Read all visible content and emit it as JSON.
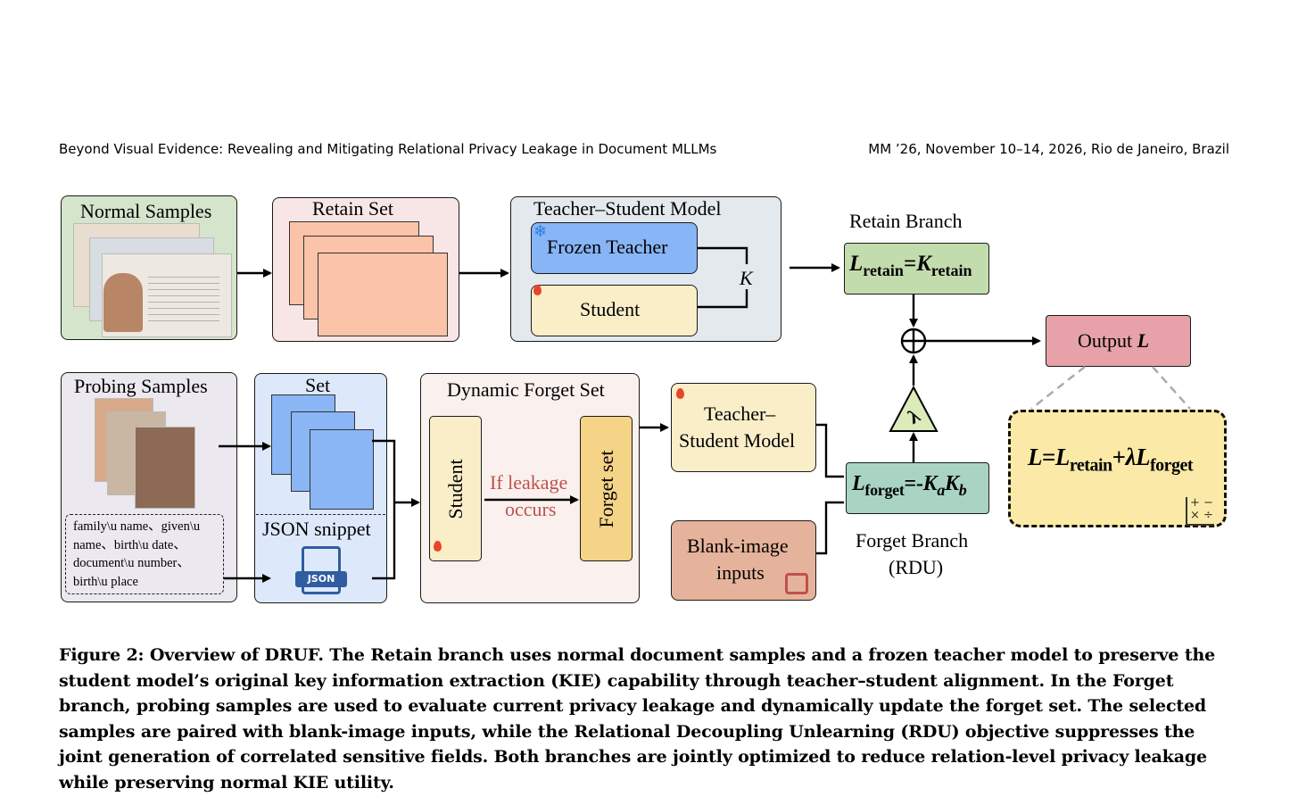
{
  "header": {
    "left": "Beyond Visual Evidence: Revealing and Mitigating Relational Privacy Leakage in Document MLLMs",
    "right": "MM ’26, November 10–14, 2026, Rio de Janeiro, Brazil"
  },
  "figure": {
    "normal_samples": "Normal Samples",
    "retain_set": "Retain Set",
    "teacher_student_model": "Teacher–Student Model",
    "frozen_teacher": "Frozen Teacher",
    "student": "Student",
    "k_label": "K",
    "retain_branch": "Retain Branch",
    "probing_samples": "Probing Samples",
    "set": "Set",
    "json_snippet": "JSON snippet",
    "json_badge": "JSON",
    "fields_text": [
      "family\\u name、given\\u",
      "name、birth\\u date、",
      "document\\u number、",
      "birth\\u place"
    ],
    "dynamic_forget_set": "Dynamic Forget Set",
    "student_vertical": "Student",
    "if_leakage": "If leakage",
    "occurs": "occurs",
    "forget_set": "Forget set",
    "ts_model_line1": "Teacher–",
    "ts_model_line2": "Student Model",
    "blank_line1": "Blank-image",
    "blank_line2": "inputs",
    "forget_branch": "Forget Branch",
    "rdu": "(RDU)",
    "output_word": "Output",
    "output_var": "L"
  },
  "colors": {
    "normal_bg": "#d4e5cc",
    "retain_bg": "#f8e6e6",
    "retain_card": "#fbc3a8",
    "ts_bg": "#e4e9ee",
    "teacher": "#87b5f6",
    "student": "#faeec9",
    "green_box": "#c3dcae",
    "teal_box": "#a9d4c4",
    "output_box": "#e6a2a8",
    "formula_box": "#fbeaa7",
    "probing_bg": "#ebe8ef",
    "set_bg": "#dde9fb",
    "set_card": "#8ab6f6",
    "dfs_bg": "#faf1ee",
    "forget_card": "#f5d387",
    "blank_box": "#e5b39b",
    "leak_red": "#c0504d",
    "json_blue": "#2f5d9f"
  },
  "caption": "Figure 2: Overview of DRUF. The Retain branch uses normal document samples and a frozen teacher model to preserve the student model’s original key information extraction (KIE) capability through teacher–student alignment. In the Forget branch, probing samples are used to evaluate current privacy leakage and dynamically update the forget set. The selected samples are paired with blank-image inputs, while the Relational Decoupling Unlearning (RDU) objective suppresses the joint generation of correlated sensitive fields. Both branches are jointly optimized to reduce relation-level privacy leakage while preserving normal KIE utility."
}
